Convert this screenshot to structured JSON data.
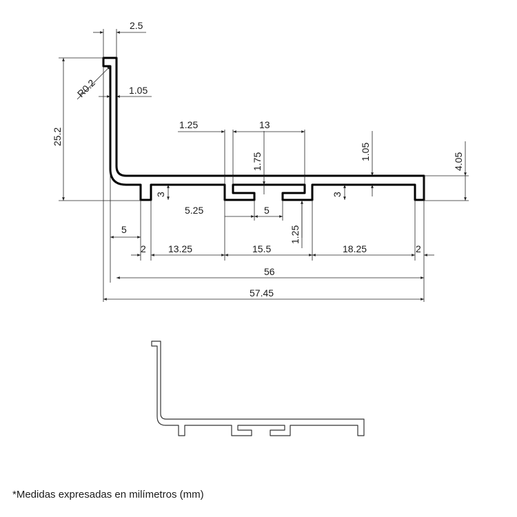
{
  "dimensions": {
    "d_2_5": "2.5",
    "d_r0_2": "R0.2",
    "d_1_05_left": "1.05",
    "d_25_2": "25.2",
    "d_1_25_top": "1.25",
    "d_13_top": "13",
    "d_1_75": "1.75",
    "d_1_05_right": "1.05",
    "d_4_05": "4.05",
    "d_3_left": "3",
    "d_3_right": "3",
    "d_5_25": "5.25",
    "d_5_mid": "5",
    "d_1_25_bottom": "1.25",
    "d_5_left": "5",
    "d_2_left": "2",
    "d_13_25": "13.25",
    "d_15_5": "15.5",
    "d_18_25": "18.25",
    "d_2_right": "2",
    "d_56": "56",
    "d_57_45": "57.45"
  },
  "footnote": "*Medidas expresadas en milímetros (mm)"
}
